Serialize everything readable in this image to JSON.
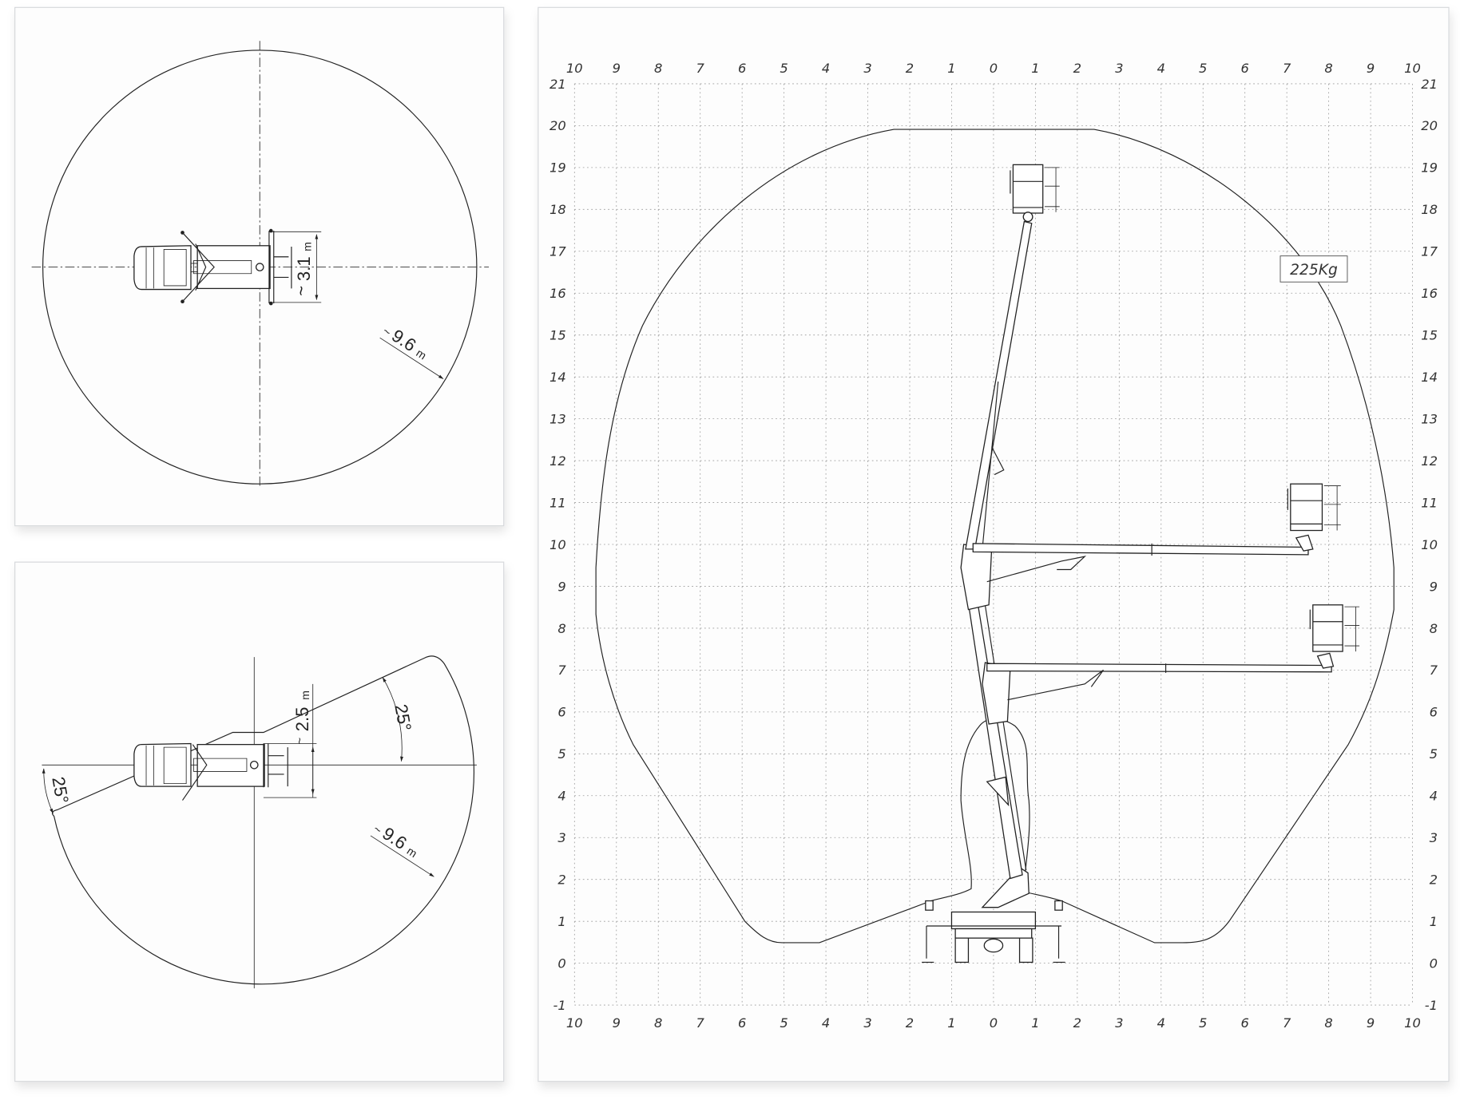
{
  "top_view": {
    "width_dimension": "3.1",
    "width_prefix": "~",
    "width_unit": "m",
    "radius_dimension": "9.6",
    "radius_prefix": "~",
    "radius_unit": "m"
  },
  "restricted_view": {
    "width_dimension": "2.5",
    "width_prefix": "~",
    "width_unit": "m",
    "angle_upper": "25°",
    "angle_lower": "25°",
    "radius_dimension": "9.6",
    "radius_prefix": "~",
    "radius_unit": "m"
  },
  "working_range": {
    "x_ticks": [
      "10",
      "9",
      "8",
      "7",
      "6",
      "5",
      "4",
      "3",
      "2",
      "1",
      "0",
      "1",
      "2",
      "3",
      "4",
      "5",
      "6",
      "7",
      "8",
      "9",
      "10"
    ],
    "y_ticks": [
      "-1",
      "0",
      "1",
      "2",
      "3",
      "4",
      "5",
      "6",
      "7",
      "8",
      "9",
      "10",
      "11",
      "12",
      "13",
      "14",
      "15",
      "16",
      "17",
      "18",
      "19",
      "20",
      "21"
    ],
    "x_range_m": [
      -10,
      10
    ],
    "y_range_m": [
      -1,
      21
    ],
    "grid": true,
    "max_load_label": "225Kg"
  }
}
